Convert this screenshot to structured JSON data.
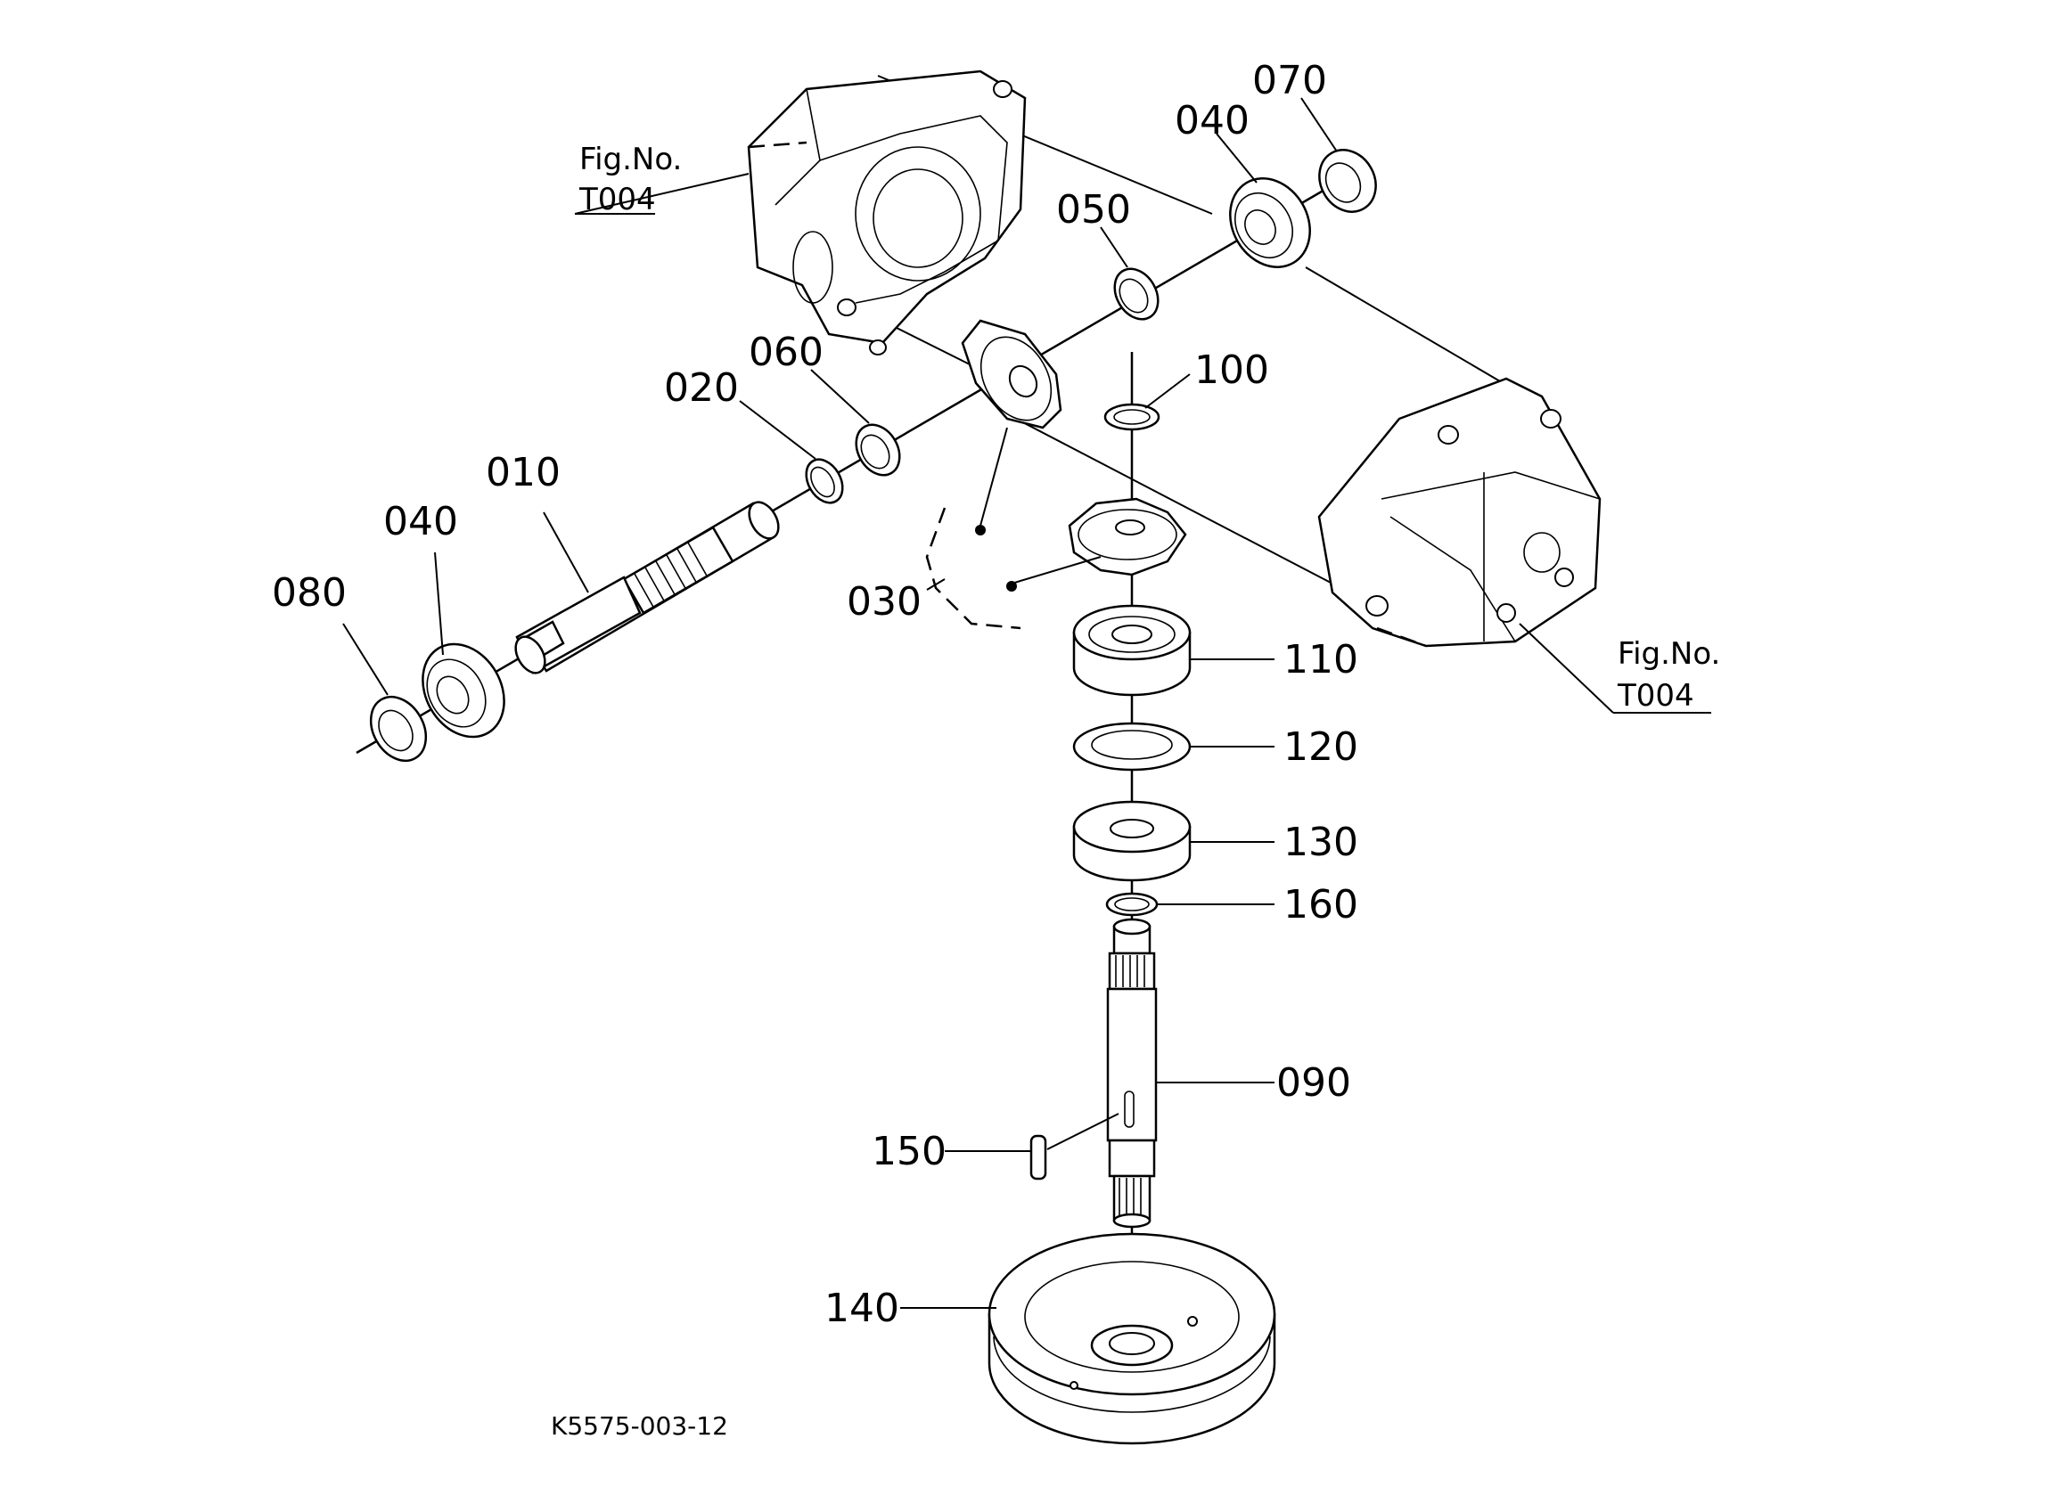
{
  "callouts": {
    "p010": "010",
    "p020": "020",
    "p030": "030",
    "p040_top": "040",
    "p040_left": "040",
    "p050": "050",
    "p060": "060",
    "p070": "070",
    "p080": "080",
    "p090": "090",
    "p100": "100",
    "p110": "110",
    "p120": "120",
    "p130": "130",
    "p140": "140",
    "p150": "150",
    "p160": "160"
  },
  "figure_refs": {
    "top_left": {
      "line1": "Fig.No.",
      "line2": "T004"
    },
    "right": {
      "line1": "Fig.No.",
      "line2": "T004"
    }
  },
  "drawing_code": "K5575-003-12"
}
